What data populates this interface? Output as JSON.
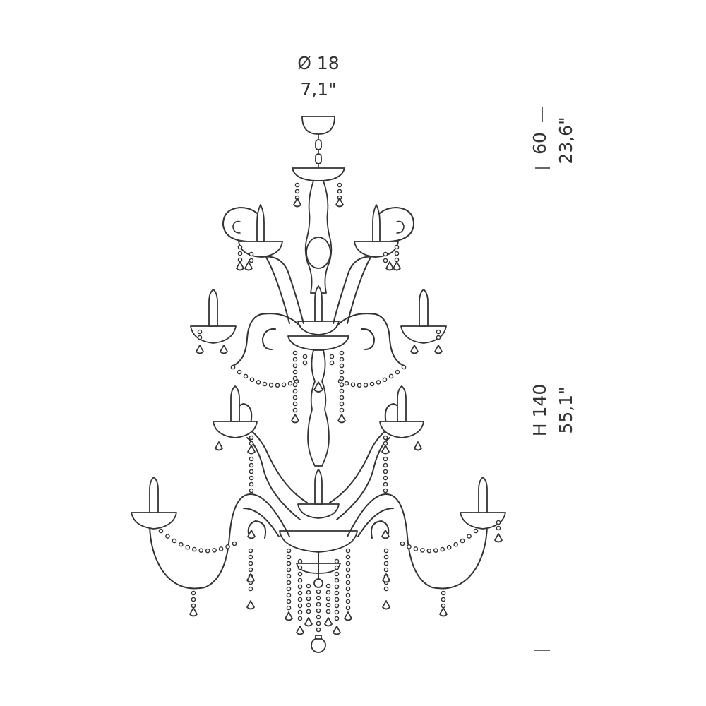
{
  "dimensions": {
    "diameter": {
      "value": "Ø 18",
      "imperial": "7,1\""
    },
    "drop": {
      "value": "60",
      "imperial": "23,6\""
    },
    "height": {
      "value": "H 140",
      "imperial": "55,1\""
    }
  },
  "colors": {
    "line": "#333333",
    "background": "#ffffff"
  }
}
